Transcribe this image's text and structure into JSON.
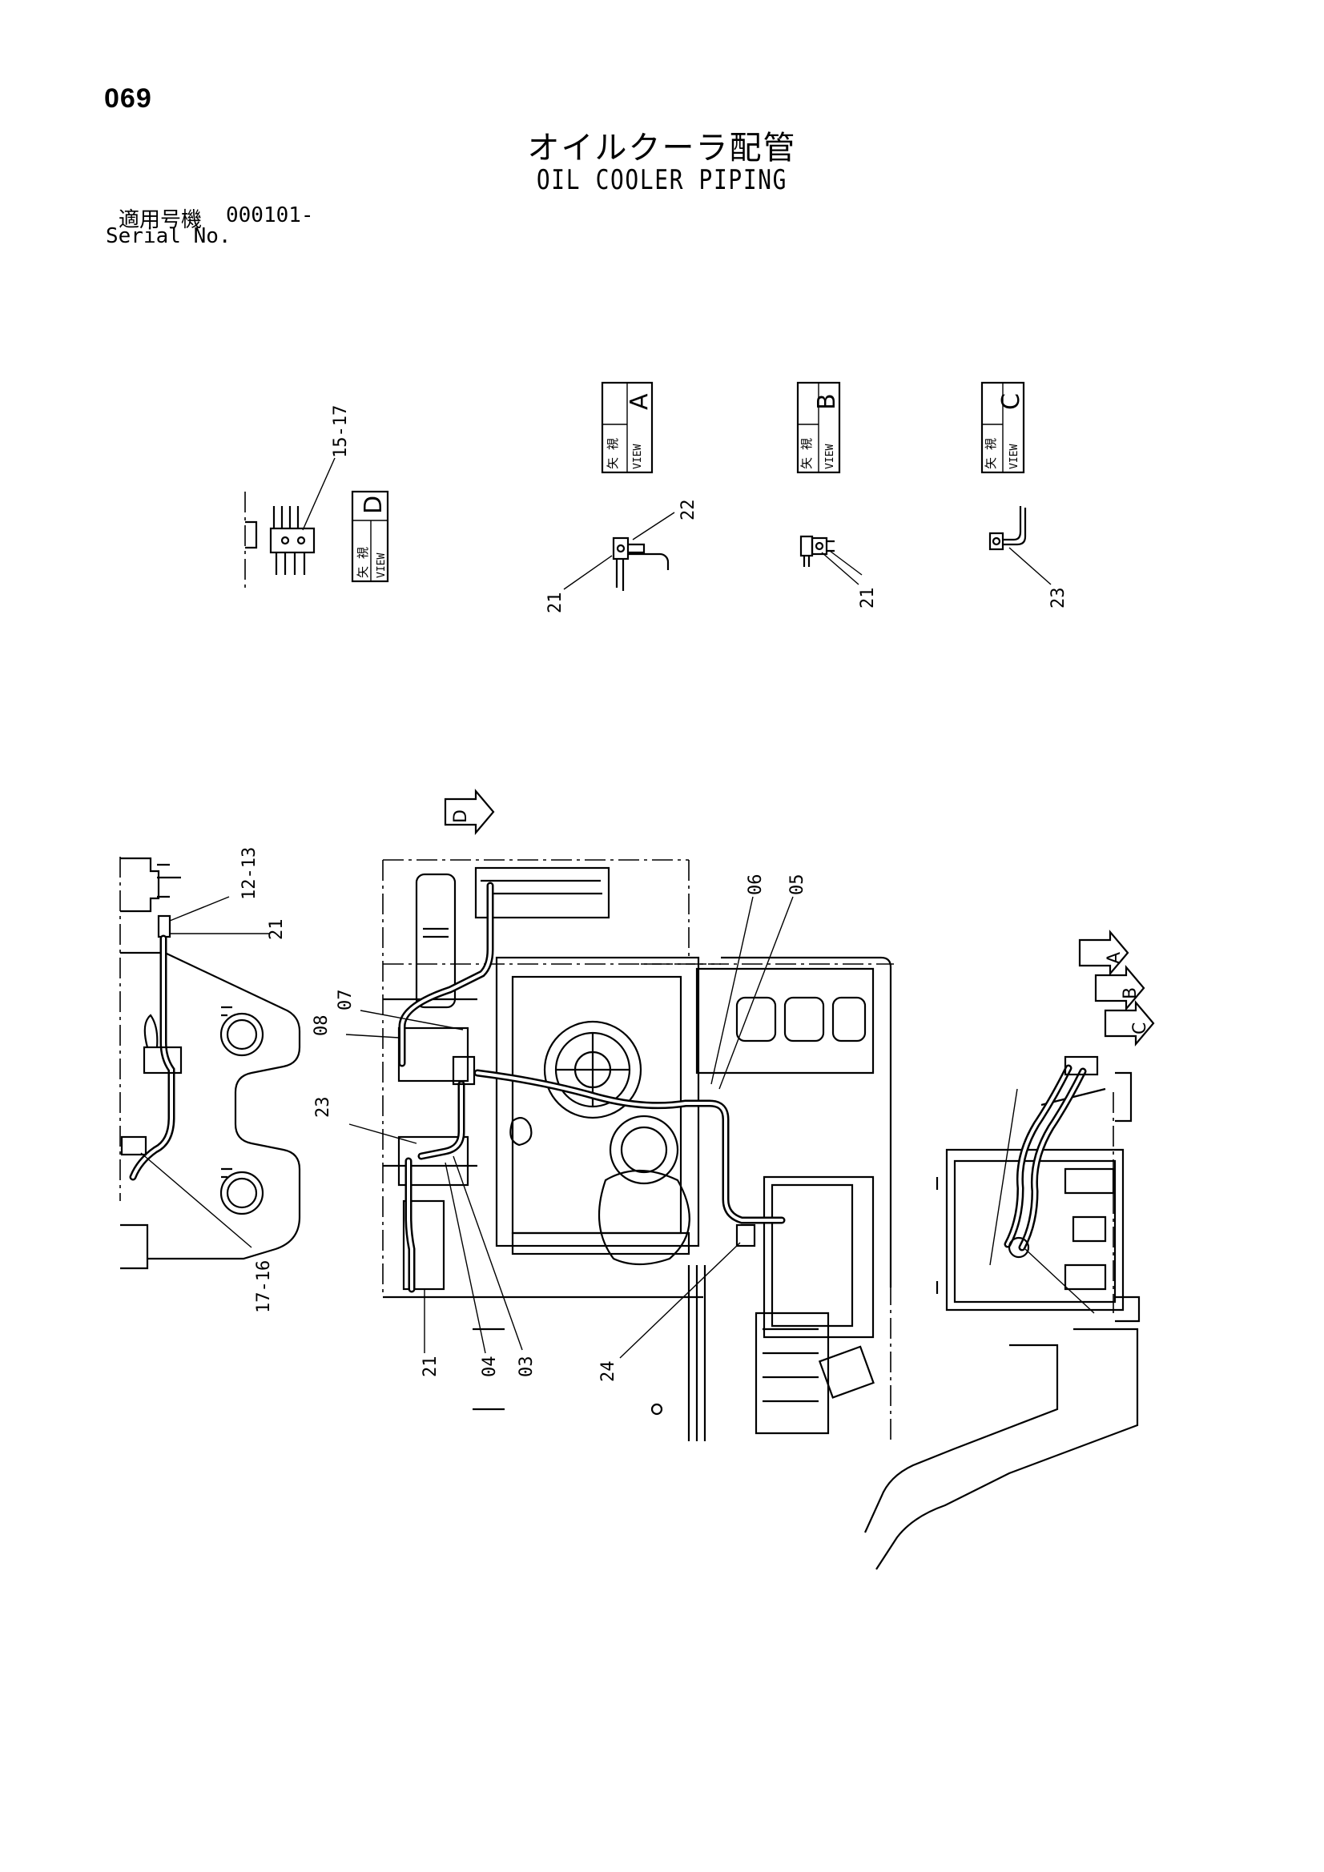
{
  "page_number": "069",
  "title_jp": "オイルクーラ配管",
  "title_en": "OIL COOLER PIPING",
  "serial": {
    "label_jp": "適用号機",
    "value": "000101-",
    "label_en": "Serial No."
  },
  "view_box_text": {
    "kanji": "矢 視",
    "word": "VIEW"
  },
  "views": {
    "a": "A",
    "b": "B",
    "c": "C",
    "d": "D"
  },
  "callouts": {
    "c15_17": "15-17",
    "c22": "22",
    "c21a": "21",
    "c21b": "21",
    "c23a": "23",
    "c12_13": "12-13",
    "c21c": "21",
    "c17_16": "17-16",
    "c08": "08",
    "c07": "07",
    "c06": "06",
    "c05": "05",
    "c23b": "23",
    "c21d": "21",
    "c04": "04",
    "c03": "03",
    "c24": "24"
  }
}
